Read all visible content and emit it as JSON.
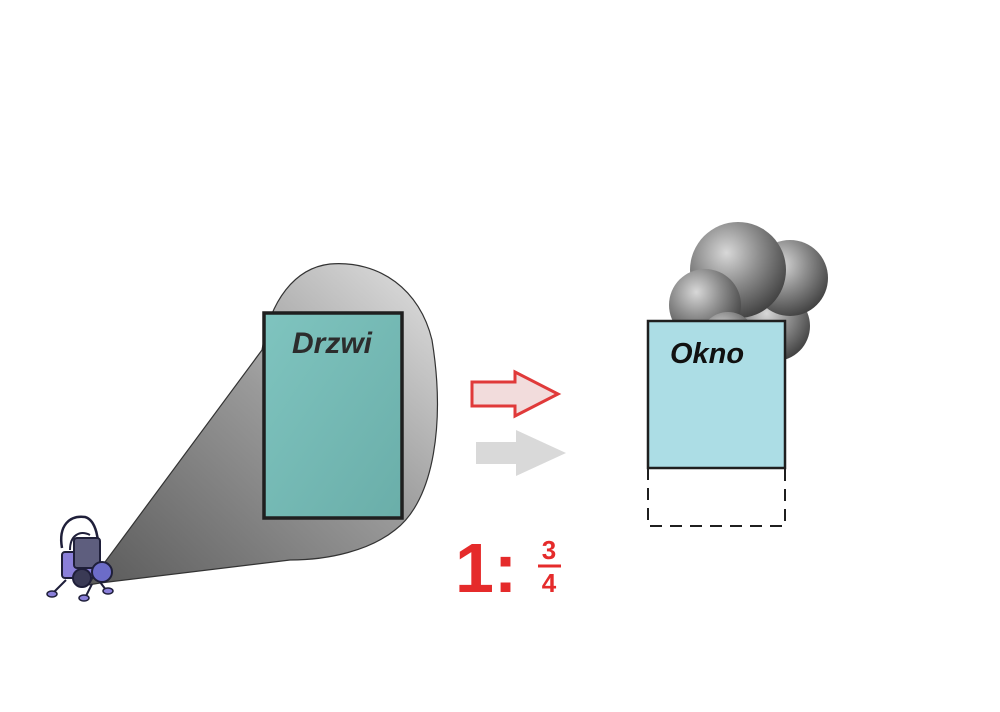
{
  "door": {
    "label": "Drzwi"
  },
  "window": {
    "label": "Okno"
  },
  "ratio": {
    "whole": "1:",
    "numerator": "3",
    "denominator": "4"
  },
  "colors": {
    "door_fill": "#76bcb6",
    "window_fill": "#acdde5",
    "ratio_red": "#e52b2b",
    "arrow_outline": "#e03a3a",
    "arrow_gray": "#d9d9d9",
    "projector": "#8a7fd9"
  }
}
